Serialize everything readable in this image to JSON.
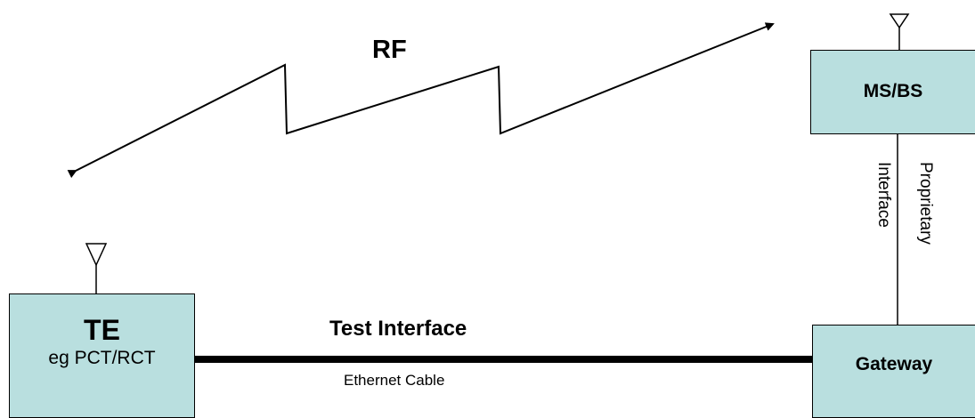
{
  "rf_label": "RF",
  "te": {
    "title": "TE",
    "subtitle": "eg PCT/RCT"
  },
  "ms_bs": {
    "label": "MS/BS"
  },
  "gateway": {
    "label": "Gateway"
  },
  "test_interface": {
    "label": "Test Interface",
    "cable_label": "Ethernet Cable"
  },
  "proprietary_interface": {
    "line1": "Proprietary",
    "line2": "Interface"
  },
  "colors": {
    "box_fill": "#b9dfdf",
    "stroke": "#000000"
  }
}
